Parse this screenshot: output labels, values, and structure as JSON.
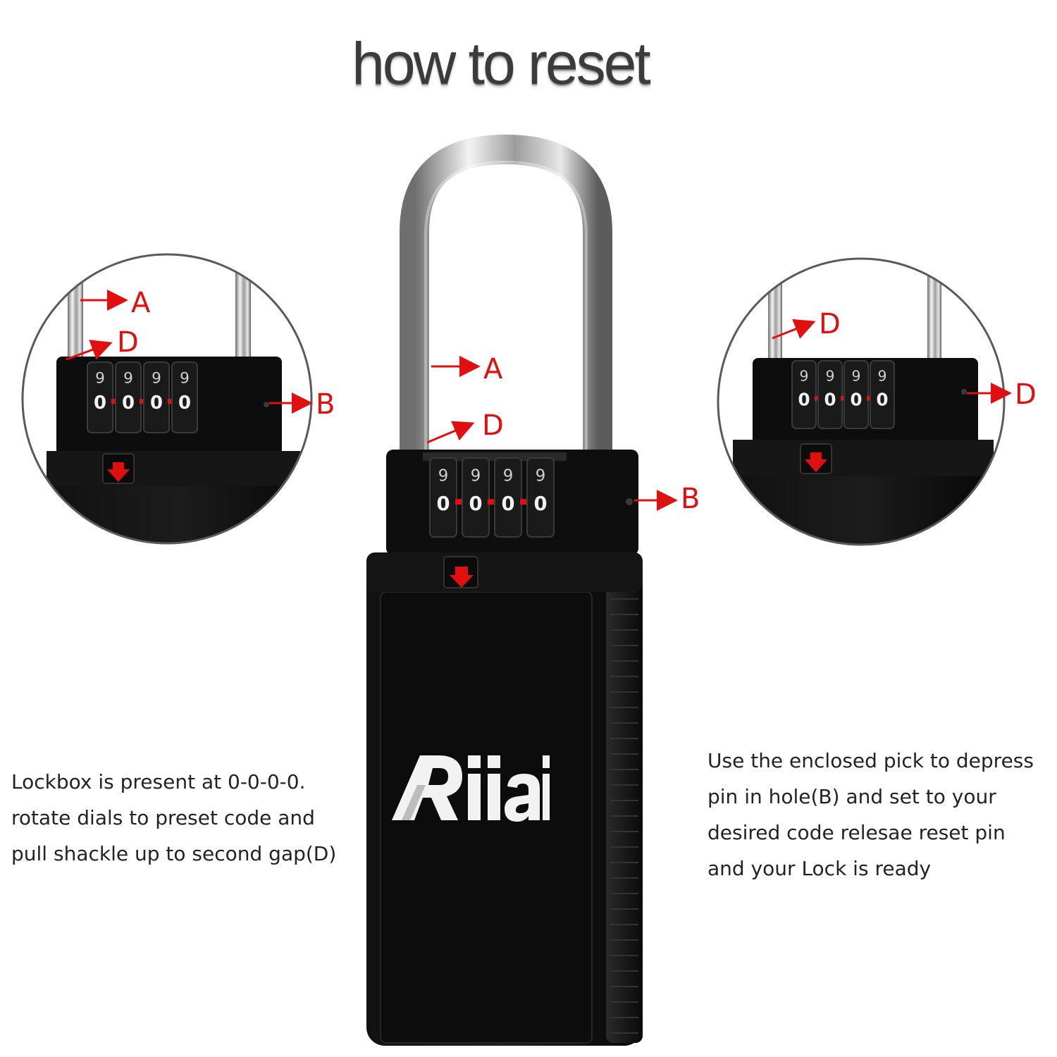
{
  "title": "how to reset",
  "brand": "Riiai",
  "labels": {
    "main": {
      "a": "A",
      "d": "D",
      "b": "B"
    },
    "left_zoom": {
      "a": "A",
      "d": "D",
      "b": "B"
    },
    "right_zoom": {
      "d_top": "D",
      "d_side": "D"
    }
  },
  "dials": [
    "0",
    "0",
    "0",
    "0"
  ],
  "instructions": {
    "left": [
      "Lockbox is present at 0-0-0-0.",
      "rotate dials to preset code and",
      "pull shackle up to second gap(D)"
    ],
    "right": [
      "Use the enclosed pick to depress",
      "pin in hole(B) and set to your",
      "desired code relesae reset pin",
      "and your Lock is ready"
    ]
  },
  "colors": {
    "accent": "#e01010",
    "body": "#0d0d0d",
    "text": "#232323"
  }
}
